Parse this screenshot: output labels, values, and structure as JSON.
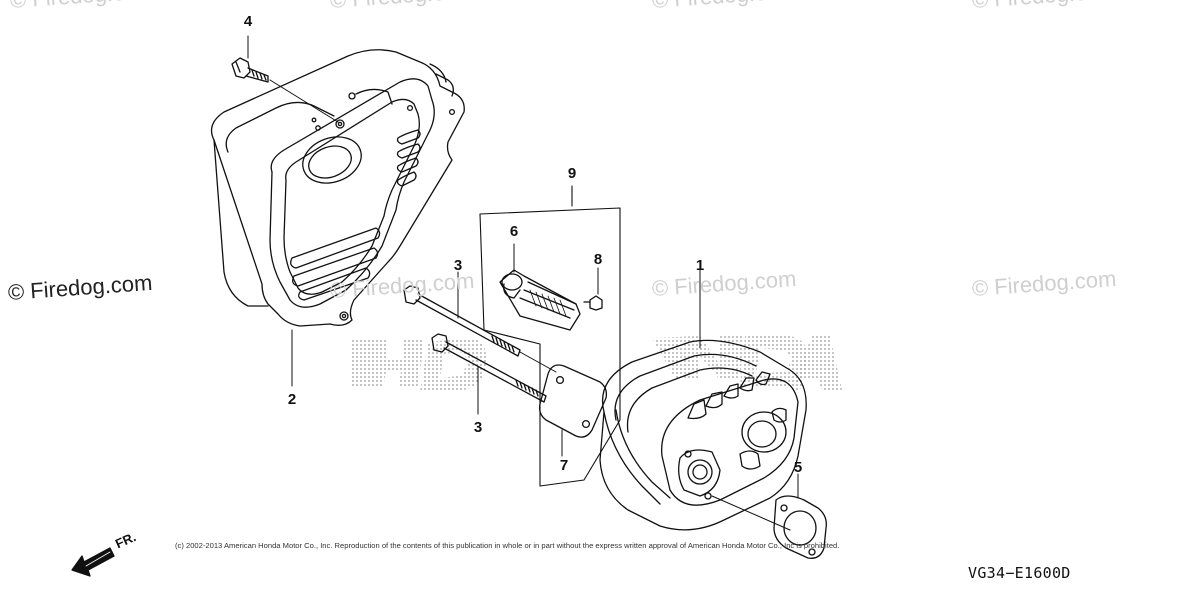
{
  "watermarks": {
    "main": "© Firedog.com",
    "faint_1": "© Firedog.com",
    "faint_2": "© Firedog.com",
    "faint_3": "© Firedog.com",
    "faint_top_1": "© Firedog.com",
    "faint_top_2": "© Firedog.com",
    "faint_top_3": "© Firedog.com",
    "faint_top_4": "© Firedog.com"
  },
  "callouts": {
    "part_1": "1",
    "part_2": "2",
    "part_3a": "3",
    "part_3b": "3",
    "part_4": "4",
    "part_5": "5",
    "part_6": "6",
    "part_7": "7",
    "part_8": "8",
    "part_9": "9"
  },
  "direction_label": "FR.",
  "copyright": "(c) 2002-2013 American Honda Motor Co., Inc. Reproduction of the contents of this publication in whole or in part without the express written approval of American Honda Motor Co., Inc is prohibited.",
  "diagram_code": "VG34−E1600D",
  "colors": {
    "line": "#111111",
    "watermark": "#cfcfcf",
    "dots": "#9a9a9a"
  }
}
